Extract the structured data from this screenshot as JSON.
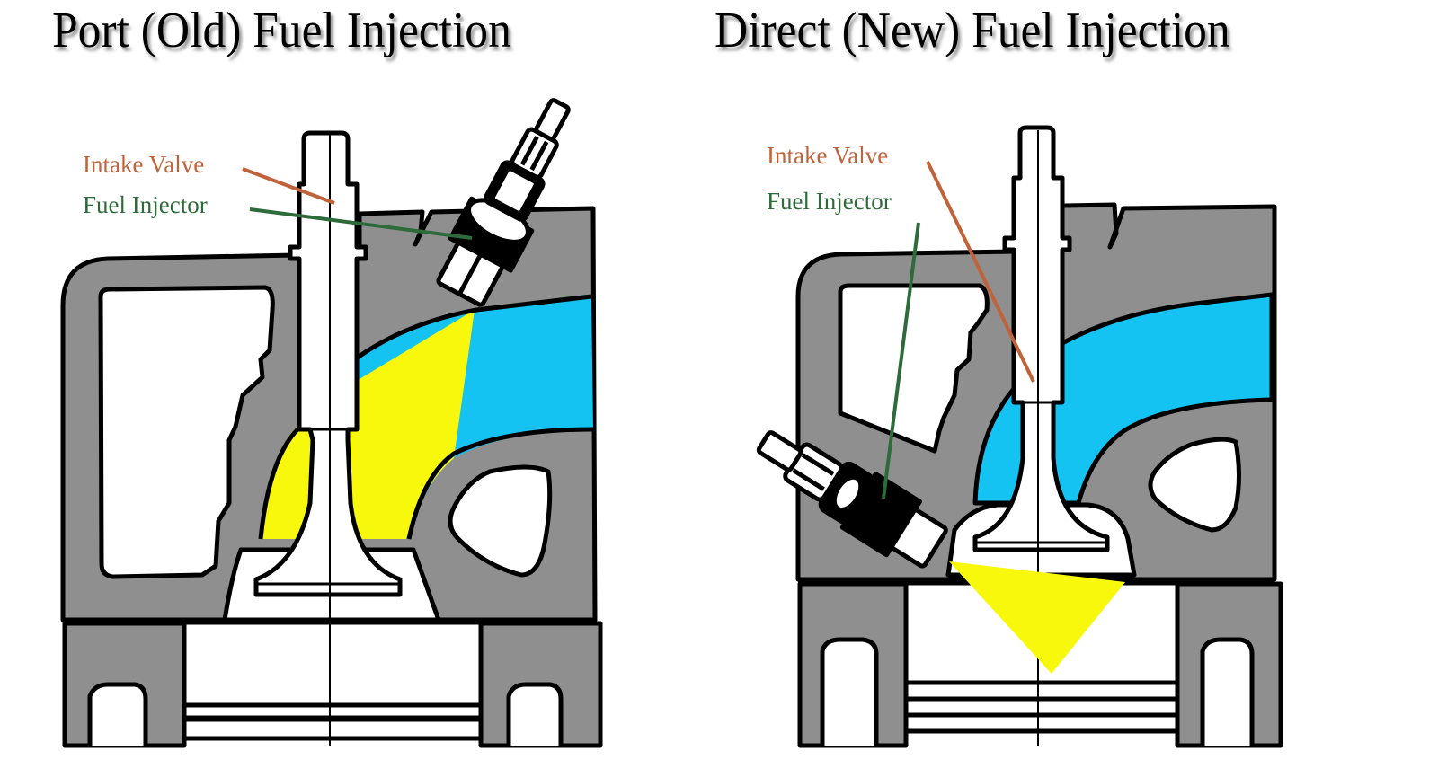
{
  "panels": [
    {
      "title": "Port (Old) Fuel Injection",
      "labels": [
        {
          "text": "Intake Valve",
          "color": "#c0623a"
        },
        {
          "text": "Fuel Injector",
          "color": "#2e6b3a"
        }
      ]
    },
    {
      "title": "Direct (New) Fuel Injection",
      "labels": [
        {
          "text": "Intake Valve",
          "color": "#c0623a"
        },
        {
          "text": "Fuel Injector",
          "color": "#2e6b3a"
        }
      ]
    }
  ],
  "colors": {
    "metal": "#8f8f8f",
    "outline": "#000000",
    "air": "#14c3f2",
    "fuel": "#f8f80c",
    "background": "#ffffff"
  }
}
